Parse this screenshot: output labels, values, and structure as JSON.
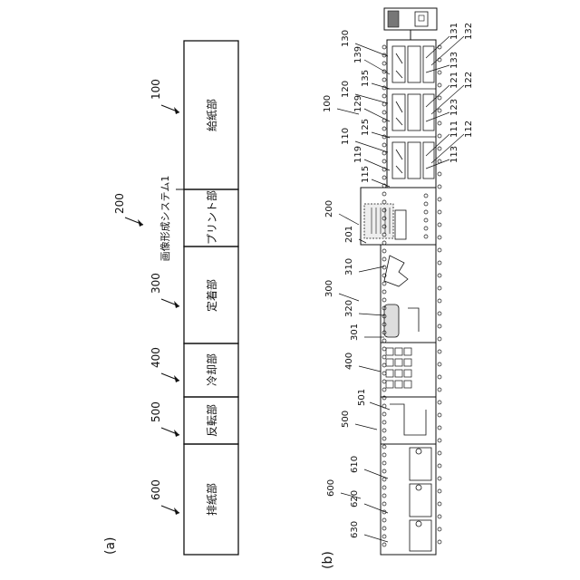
{
  "figure_a": {
    "label": "(a)",
    "system_label": "画像形成システム1",
    "units": [
      {
        "id": "paper-feed",
        "ref": "100",
        "name": "給紙部"
      },
      {
        "id": "print",
        "ref": "200",
        "name": "プリント部"
      },
      {
        "id": "fixing",
        "ref": "300",
        "name": "定着部"
      },
      {
        "id": "cooling",
        "ref": "400",
        "name": "冷却部"
      },
      {
        "id": "reversing",
        "ref": "500",
        "name": "反転部"
      },
      {
        "id": "paper-output",
        "ref": "600",
        "name": "排紙部"
      }
    ]
  },
  "figure_b": {
    "label": "(b)",
    "unit_refs": [
      "100",
      "200",
      "300",
      "400",
      "500",
      "600"
    ],
    "part_refs": [
      "110",
      "111",
      "112",
      "113",
      "115",
      "119",
      "120",
      "121",
      "122",
      "123",
      "125",
      "129",
      "130",
      "131",
      "132",
      "133",
      "135",
      "139",
      "201",
      "301",
      "310",
      "320",
      "501",
      "610",
      "620",
      "630"
    ]
  }
}
